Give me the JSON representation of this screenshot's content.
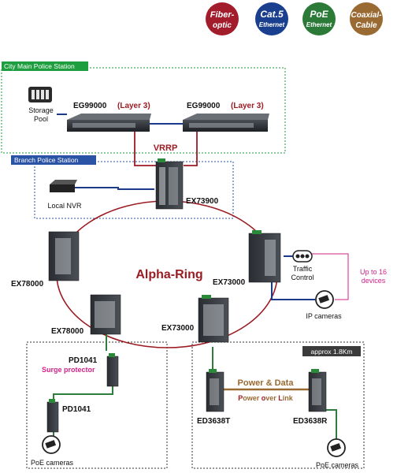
{
  "badges": [
    {
      "line1": "Fiber-",
      "line2": "optic",
      "color": "#a31c2c"
    },
    {
      "line1": "Cat.5",
      "line2": "Ethernet",
      "color": "#1b3f8f"
    },
    {
      "line1": "PoE",
      "line2": "Ethernet",
      "color": "#2b7a37"
    },
    {
      "line1": "Coaxial-",
      "line2": "Cable",
      "color": "#9a6a33"
    }
  ],
  "zones": {
    "city_main": "City Main Police Station",
    "branch": "Branch Police Station",
    "distance": "approx 1.8Km"
  },
  "labels": {
    "storage_pool": [
      "Storage",
      "Pool"
    ],
    "eg_left": {
      "model": "EG99000",
      "layer": "(Layer 3)"
    },
    "eg_right": {
      "model": "EG99000",
      "layer": "(Layer 3)"
    },
    "vrrp": "VRRP",
    "ex73900": "EX73900",
    "local_nvr": "Local NVR",
    "ring": "Alpha-Ring",
    "ex78000_top": "EX78000",
    "ex78000_bottom": "EX78000",
    "ex73000_right": "EX73000",
    "ex73000_bottom": "EX73000",
    "traffic_control": [
      "Traffic",
      "Control"
    ],
    "up_to_16": [
      "Up to 16",
      "devices"
    ],
    "ip_cameras": "IP cameras",
    "pd1041_top": "PD1041",
    "surge_protector": "Surge protector",
    "pd1041_bottom": "PD1041",
    "poe_cameras_left": "PoE cameras",
    "power_data": "Power & Data",
    "power_over_link": {
      "p1": "P",
      "p2": "ower ",
      "o1": "o",
      "p3": "ver ",
      "l1": "L",
      "p4": "ink"
    },
    "ed3638t": "ED3638T",
    "ed3638r": "ED3638R",
    "poe_cameras_right": "PoE cameras"
  },
  "colors": {
    "fiber": "#9c1b22",
    "ethernet": "#1b3a8c",
    "poe": "#2e7d3c",
    "coax": "#9a6a33",
    "green_zone": "#1e9e3e",
    "blue_zone": "#2a53a6",
    "magenta": "#d4238a"
  }
}
